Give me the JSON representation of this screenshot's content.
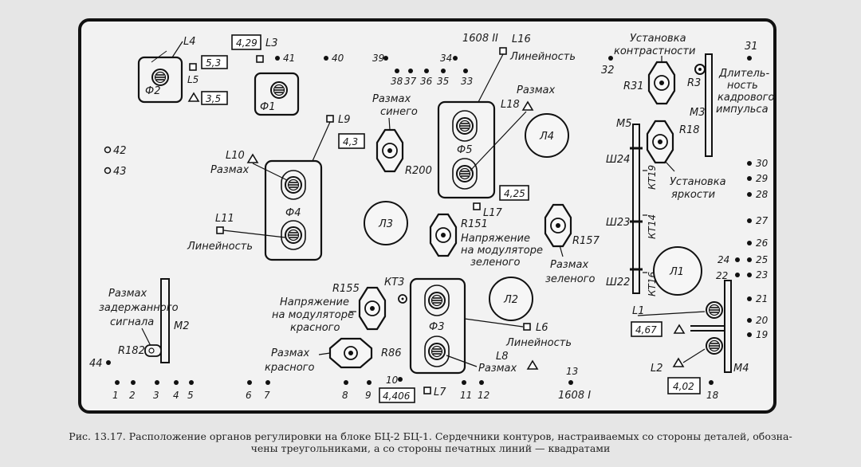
{
  "pads": {
    "p1": "1",
    "p2": "2",
    "p3": "3",
    "p4": "4",
    "p5": "5",
    "p6": "6",
    "p7": "7",
    "p8": "8",
    "p9": "9",
    "p10": "10",
    "p11": "11",
    "p12": "12",
    "p13": "13",
    "p18": "18",
    "p19": "19",
    "p20": "20",
    "p21": "21",
    "p22": "22",
    "p23": "23",
    "p24": "24",
    "p25": "25",
    "p26": "26",
    "p27": "27",
    "p28": "28",
    "p29": "29",
    "p30": "30",
    "p31": "31",
    "p32": "32",
    "p33": "33",
    "p34": "34",
    "p35": "35",
    "p36": "36",
    "p37": "37",
    "p38": "38",
    "p39": "39",
    "p40": "40",
    "p41": "41",
    "p42": "42",
    "p43": "43",
    "p44": "44"
  },
  "voltages": {
    "v429": "4,29",
    "v53": "5,3",
    "v35": "3,5",
    "v43": "4,3",
    "v425": "4,25",
    "v4406": "4,406",
    "v467": "4,67",
    "v402": "4,02"
  },
  "labels": {
    "L1": "L1",
    "L2": "L2",
    "L3": "L3",
    "L4": "L4",
    "L5": "L5",
    "L6": "L6",
    "L7": "L7",
    "L8": "L8",
    "L9": "L9",
    "L10": "L10",
    "L11": "L11",
    "L16": "L16",
    "L17": "L17",
    "L18": "L18",
    "F1": "Ф1",
    "F2": "Ф2",
    "F3": "Ф3",
    "F4": "Ф4",
    "F5": "Ф5",
    "Lamp1": "Л1",
    "Lamp2": "Л2",
    "Lamp3": "Л3",
    "Lamp4": "Л4",
    "R3": "R3",
    "R31": "R31",
    "R18": "R18",
    "R200": "R200",
    "R151": "R151",
    "R157": "R157",
    "R155": "R155",
    "R86": "R86",
    "R182": "R182",
    "M2": "M2",
    "M3": "M3",
    "M4": "M4",
    "M5": "M5",
    "W24": "Ш24",
    "W23": "Ш23",
    "W22": "Ш22",
    "KT19": "КТ19",
    "KT14": "КТ14",
    "KT16": "КТ16",
    "KT3": "КТ3",
    "B1608_2": "1608 II",
    "B1608_1": "1608 I"
  },
  "text": {
    "razmah": "Размах",
    "lin": "Линейность",
    "razmah_sinego_1": "Размах",
    "razmah_sinego_2": "синего",
    "ust_kontr_1": "Установка",
    "ust_kontr_2": "контрастности",
    "dlit_1": "Длитель-",
    "dlit_2": "ность",
    "dlit_3": "кадрового",
    "dlit_4": "импульса",
    "ust_yark_1": "Установка",
    "ust_yark_2": "яркости",
    "napr_zel_1": "Напряжение",
    "napr_zel_2": "на модуляторе",
    "napr_zel_3": "зеленого",
    "razmah_zel_1": "Размах",
    "razmah_zel_2": "зеленого",
    "napr_kr_1": "Напряжение",
    "napr_kr_2": "на модуляторе",
    "napr_kr_3": "красного",
    "razmah_kr_1": "Размах",
    "razmah_kr_2": "красного",
    "razmah_zad_1": "Размах",
    "razmah_zad_2": "задержанного",
    "razmah_zad_3": "сигнала"
  },
  "caption": {
    "line1": "Рис. 13.17. Расположение органов регулировки на блоке БЦ-2 БЦ-1. Сердечники контуров, настраиваемых со стороны деталей, обозна-",
    "line2": "чены треугольниками, а со стороны печатных линий — квадратами"
  }
}
